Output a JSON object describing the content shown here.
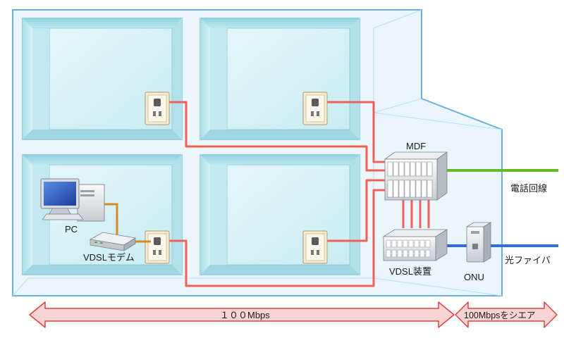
{
  "labels": {
    "pc": "PC",
    "vdsl_modem": "VDSLモデム",
    "mdf": "MDF",
    "vdsl_device": "VDSL装置",
    "onu": "ONU",
    "phone_line": "電話回線",
    "optical_fiber": "光ファイバ",
    "speed_internal": "１００Mbps",
    "speed_shared": "100Mbpsをシエア"
  },
  "colors": {
    "building_edge": "#6aaee0",
    "room_fill": "#d6f1f6",
    "room_wall": "#9fd8e4",
    "phone_wire": "#f0605a",
    "modem_cable": "#d48a2a",
    "phone_line": "#66bb22",
    "fiber_line": "#2f6fe0",
    "arrow_fill": "#f8d4d2",
    "arrow_stroke": "#e04040"
  },
  "icons": [
    "wall-outlet-icon",
    "pc-icon",
    "modem-icon",
    "mdf-rack-icon",
    "vdsl-device-icon",
    "onu-icon"
  ]
}
